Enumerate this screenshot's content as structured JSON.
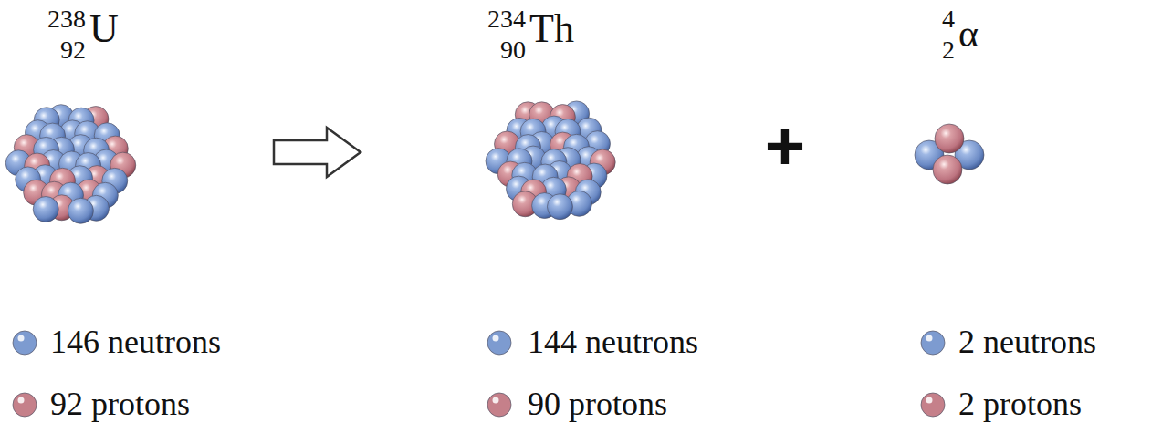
{
  "diagram": {
    "labels": [
      "238",
      "92",
      "U",
      "234",
      "90",
      "Th",
      "4",
      "2",
      "α",
      "+"
    ],
    "legend": [
      {
        "text": "146 neutrons",
        "color": "#7d9bd0"
      },
      {
        "text": "92 protons",
        "color": "#c5808a"
      },
      {
        "text": "144 neutrons",
        "color": "#7d9bd0"
      },
      {
        "text": "90 protons",
        "color": "#c5808a"
      },
      {
        "text": "2 neutrons",
        "color": "#7d9bd0"
      },
      {
        "text": "2 protons",
        "color": "#c5808a"
      }
    ]
  }
}
